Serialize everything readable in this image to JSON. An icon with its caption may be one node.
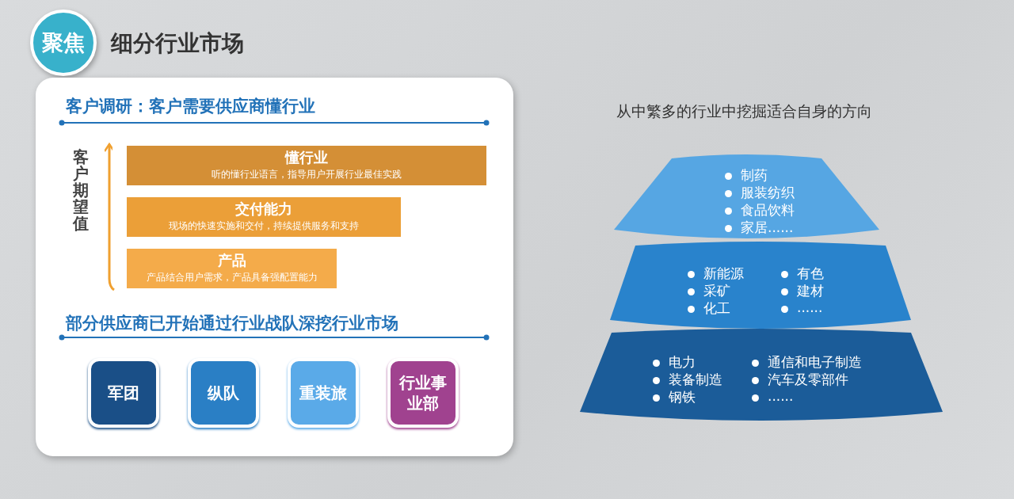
{
  "diagram": {
    "title": "细分行业市场",
    "nodes": [
      {
        "text": [
          "聚焦"
        ]
      },
      {
        "text": [
          "客户调研：客户需要供应商懂行业",
          "部分供应商已开始通过行业战队深挖行业市场"
        ]
      },
      {
        "text": [
          "懂行业",
          "听的懂行业语言，指导用户开展行业最佳实践"
        ],
        "in": 1
      },
      {
        "text": [
          "交付能力",
          "现场的快速实施和交付，持续提供服务和支持"
        ],
        "in": 1
      },
      {
        "text": [
          "产品",
          "产品结合用户需求，产品具备强配置能力"
        ],
        "in": 1
      },
      {
        "text": [
          "军团"
        ],
        "in": 1
      },
      {
        "text": [
          "纵队"
        ],
        "in": 1
      },
      {
        "text": [
          "重装旅"
        ],
        "in": 1
      },
      {
        "text": [
          "行业事业部"
        ],
        "in": 1
      },
      {
        "text": [
          "制药",
          "服装纺织",
          "食品饮料",
          "家居......"
        ]
      },
      {
        "text": [
          "新能源",
          "采矿",
          "化工",
          "有色",
          "建材",
          "......"
        ]
      },
      {
        "text": [
          "电力",
          "装备制造",
          "钢铁",
          "通信和电子制造",
          "汽车及零部件",
          "......"
        ]
      }
    ],
    "labels": [
      "客户期望值",
      "从中繁多的行业中挖掘适合自身的方向"
    ]
  }
}
